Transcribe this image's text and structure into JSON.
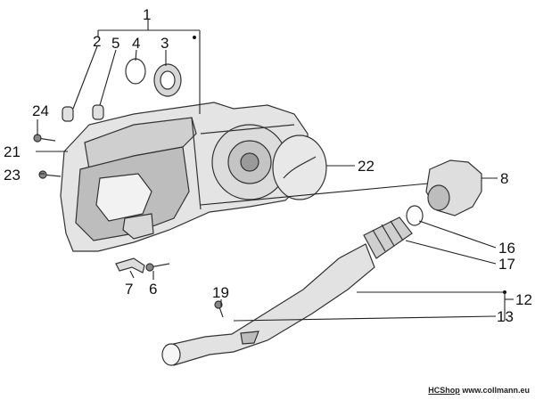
{
  "callouts": {
    "c1": "1",
    "c2": "2",
    "c3": "3",
    "c4": "4",
    "c5": "5",
    "c6": "6",
    "c7": "7",
    "c8": "8",
    "c12": "12",
    "c13": "13",
    "c16": "16",
    "c17": "17",
    "c19": "19",
    "c21": "21",
    "c22": "22",
    "c23": "23",
    "c24": "24"
  },
  "credit": {
    "shop": "HCShop",
    "site": "www.collmann.eu"
  },
  "colors": {
    "line": "#222222",
    "part_fill": "#e6e6e6",
    "part_dark": "#9a9a9a"
  }
}
